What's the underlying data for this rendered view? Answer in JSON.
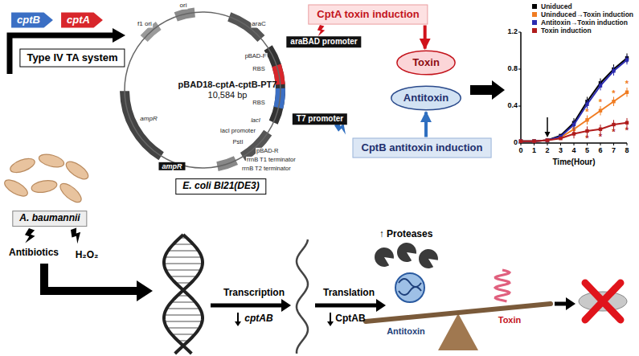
{
  "diagram": {
    "nodes": [
      {
        "text": [
          "cptB"
        ]
      },
      {
        "text": [
          "cptA"
        ]
      },
      {
        "text": [
          "Type IV TA system"
        ]
      },
      {
        "text": [
          "pBAD18-cptA-cptB-PT7",
          "10,584 bp"
        ]
      },
      {
        "text": [
          "araBAD promoter"
        ]
      },
      {
        "text": [
          "T7 promoter"
        ]
      },
      {
        "text": [
          "ampR"
        ]
      },
      {
        "text": [
          "CptA toxin induction"
        ]
      },
      {
        "text": [
          "CptB antitoxin induction"
        ]
      },
      {
        "text": [
          "Toxin"
        ]
      },
      {
        "text": [
          "Antitoxin"
        ]
      },
      {
        "text": [
          "E. coli Bl21(DE3)"
        ]
      },
      {
        "text": [
          "A. baumannii"
        ]
      }
    ],
    "edges": [
      {
        "from": 7,
        "to": 9,
        "arrow": "to"
      },
      {
        "from": 8,
        "to": 10,
        "arrow": "to"
      }
    ],
    "labels": [
      "f1 ori",
      "ori",
      "araC",
      "pBAD-F",
      "RBS",
      "RBS",
      "lacI",
      "lacI promoter",
      "PstI",
      "pBAD-R",
      "rrnB T1 terminator",
      "rrnB T2 terminator",
      "ampR",
      "0",
      "0.4",
      "0.8",
      "1.2",
      "0",
      "1",
      "2",
      "3",
      "4",
      "5",
      "6",
      "7",
      "8",
      "Time(Hour)",
      "*",
      "*",
      "*",
      "*",
      "*",
      "*",
      "*",
      "*",
      "Antibiotics",
      "H₂O₂",
      "Transcription",
      "cptAB",
      "Translation",
      "CptAB",
      "↑ Proteases",
      "Antitoxin",
      "Toxin"
    ],
    "legend": [
      {
        "text": "Uniduced",
        "color": "#000000"
      },
      {
        "text": "Uninduced→Toxin induction",
        "color": "#f07c22"
      },
      {
        "text": "Antitoxin→Toxin induction",
        "color": "#2b2bb0"
      },
      {
        "text": "Toxin induction",
        "color": "#b01c1c"
      }
    ]
  }
}
